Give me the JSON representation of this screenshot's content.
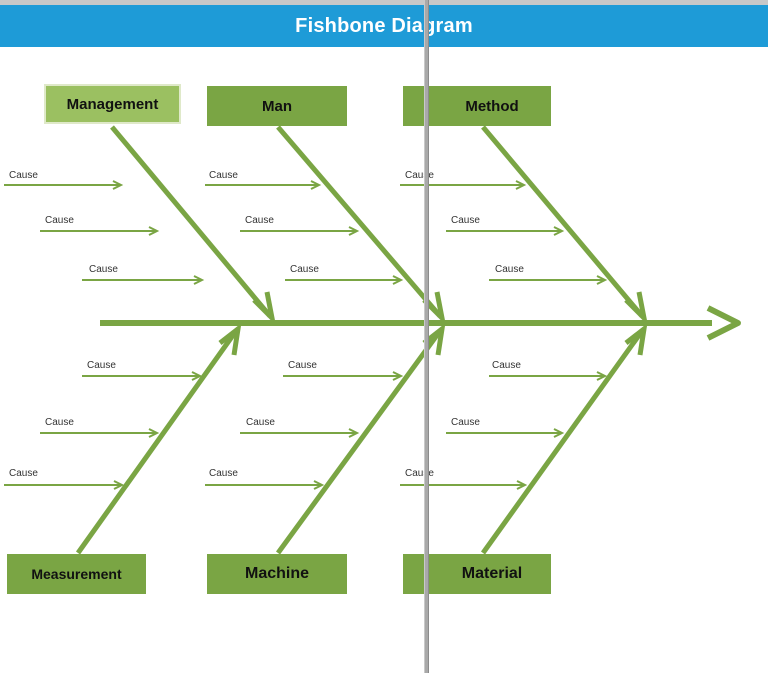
{
  "header": {
    "title": "Fishbone Diagram"
  },
  "colors": {
    "header_bg": "#1e9bd7",
    "bone": "#7aa544",
    "box": "#7aa544",
    "box_selected": "#9bc061",
    "splitter": "#a9a9a9"
  },
  "categories": {
    "management": "Management",
    "man": "Man",
    "method": "Method",
    "measurement": "Measurement",
    "machine": "Machine",
    "material": "Material"
  },
  "cause_label": "Cause"
}
